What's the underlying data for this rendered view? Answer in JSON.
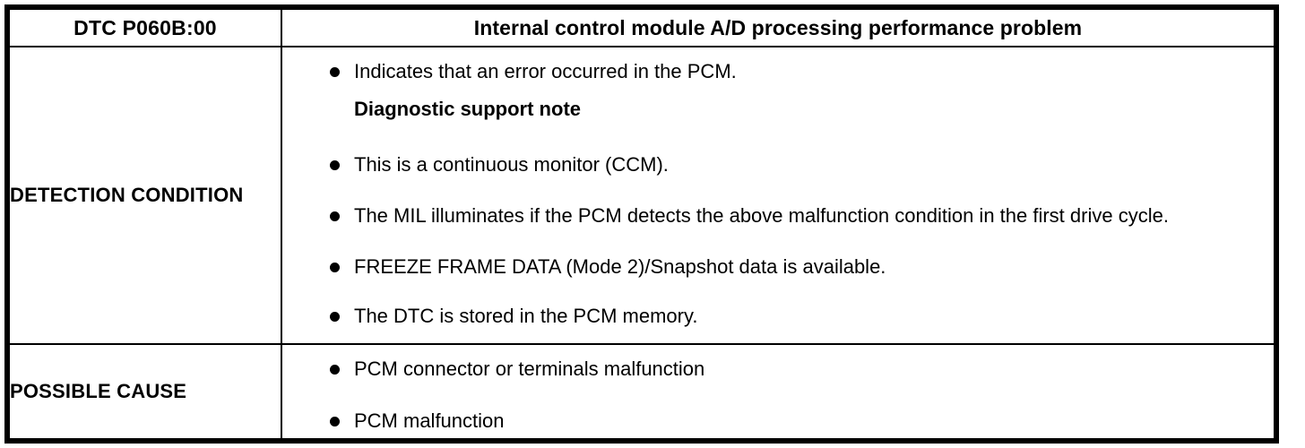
{
  "table": {
    "header": {
      "dtc_code": "DTC P060B:00",
      "description": "Internal control module A/D processing performance problem"
    },
    "rows": [
      {
        "label": "DETECTION CONDITION",
        "items": [
          {
            "type": "bullet",
            "text": "Indicates that an error occurred in the PCM."
          },
          {
            "type": "note",
            "text": "Diagnostic support note"
          },
          {
            "type": "bullet",
            "text": "This is a continuous monitor (CCM)."
          },
          {
            "type": "bullet",
            "text": "The MIL illuminates if the PCM detects the above malfunction condition in the first drive cycle."
          },
          {
            "type": "bullet",
            "text": "FREEZE FRAME DATA (Mode 2)/Snapshot data is available."
          },
          {
            "type": "bullet",
            "text": "The DTC is stored in the PCM memory."
          }
        ]
      },
      {
        "label": "POSSIBLE CAUSE",
        "items": [
          {
            "type": "bullet",
            "text": "PCM connector or terminals malfunction"
          },
          {
            "type": "bullet",
            "text": "PCM malfunction"
          }
        ]
      }
    ]
  },
  "colors": {
    "border": "#000000",
    "text": "#000000",
    "background": "#ffffff"
  }
}
